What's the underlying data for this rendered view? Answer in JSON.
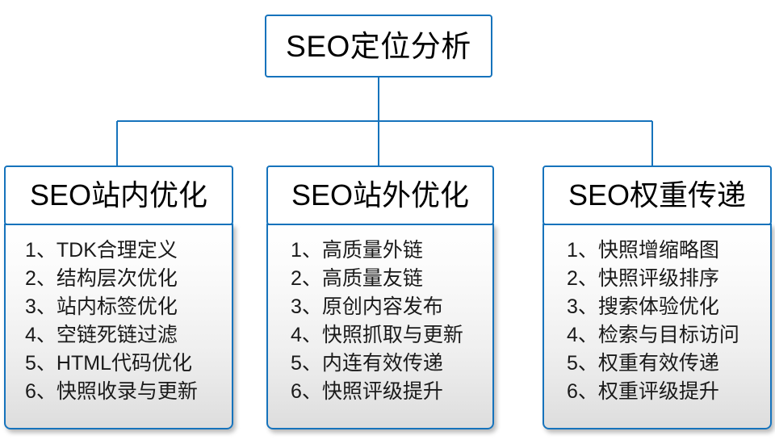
{
  "diagram": {
    "type": "org-chart",
    "root": {
      "label": "SEO定位分析"
    },
    "accent_color": "#1673bc",
    "text_color": "#000000",
    "branches": [
      {
        "title": "SEO站内优化",
        "items": [
          "1、TDK合理定义",
          "2、结构层次优化",
          "3、站内标签优化",
          "4、空链死链过滤",
          "5、HTML代码优化",
          "6、快照收录与更新"
        ]
      },
      {
        "title": "SEO站外优化",
        "items": [
          "1、高质量外链",
          "2、高质量友链",
          "3、原创内容发布",
          "4、快照抓取与更新",
          "5、内连有效传递",
          "6、快照评级提升"
        ]
      },
      {
        "title": "SEO权重传递",
        "items": [
          "1、快照增缩略图",
          "2、快照评级排序",
          "3、搜索体验优化",
          "4、检索与目标访问",
          "5、权重有效传递",
          "6、权重评级提升"
        ]
      }
    ]
  }
}
